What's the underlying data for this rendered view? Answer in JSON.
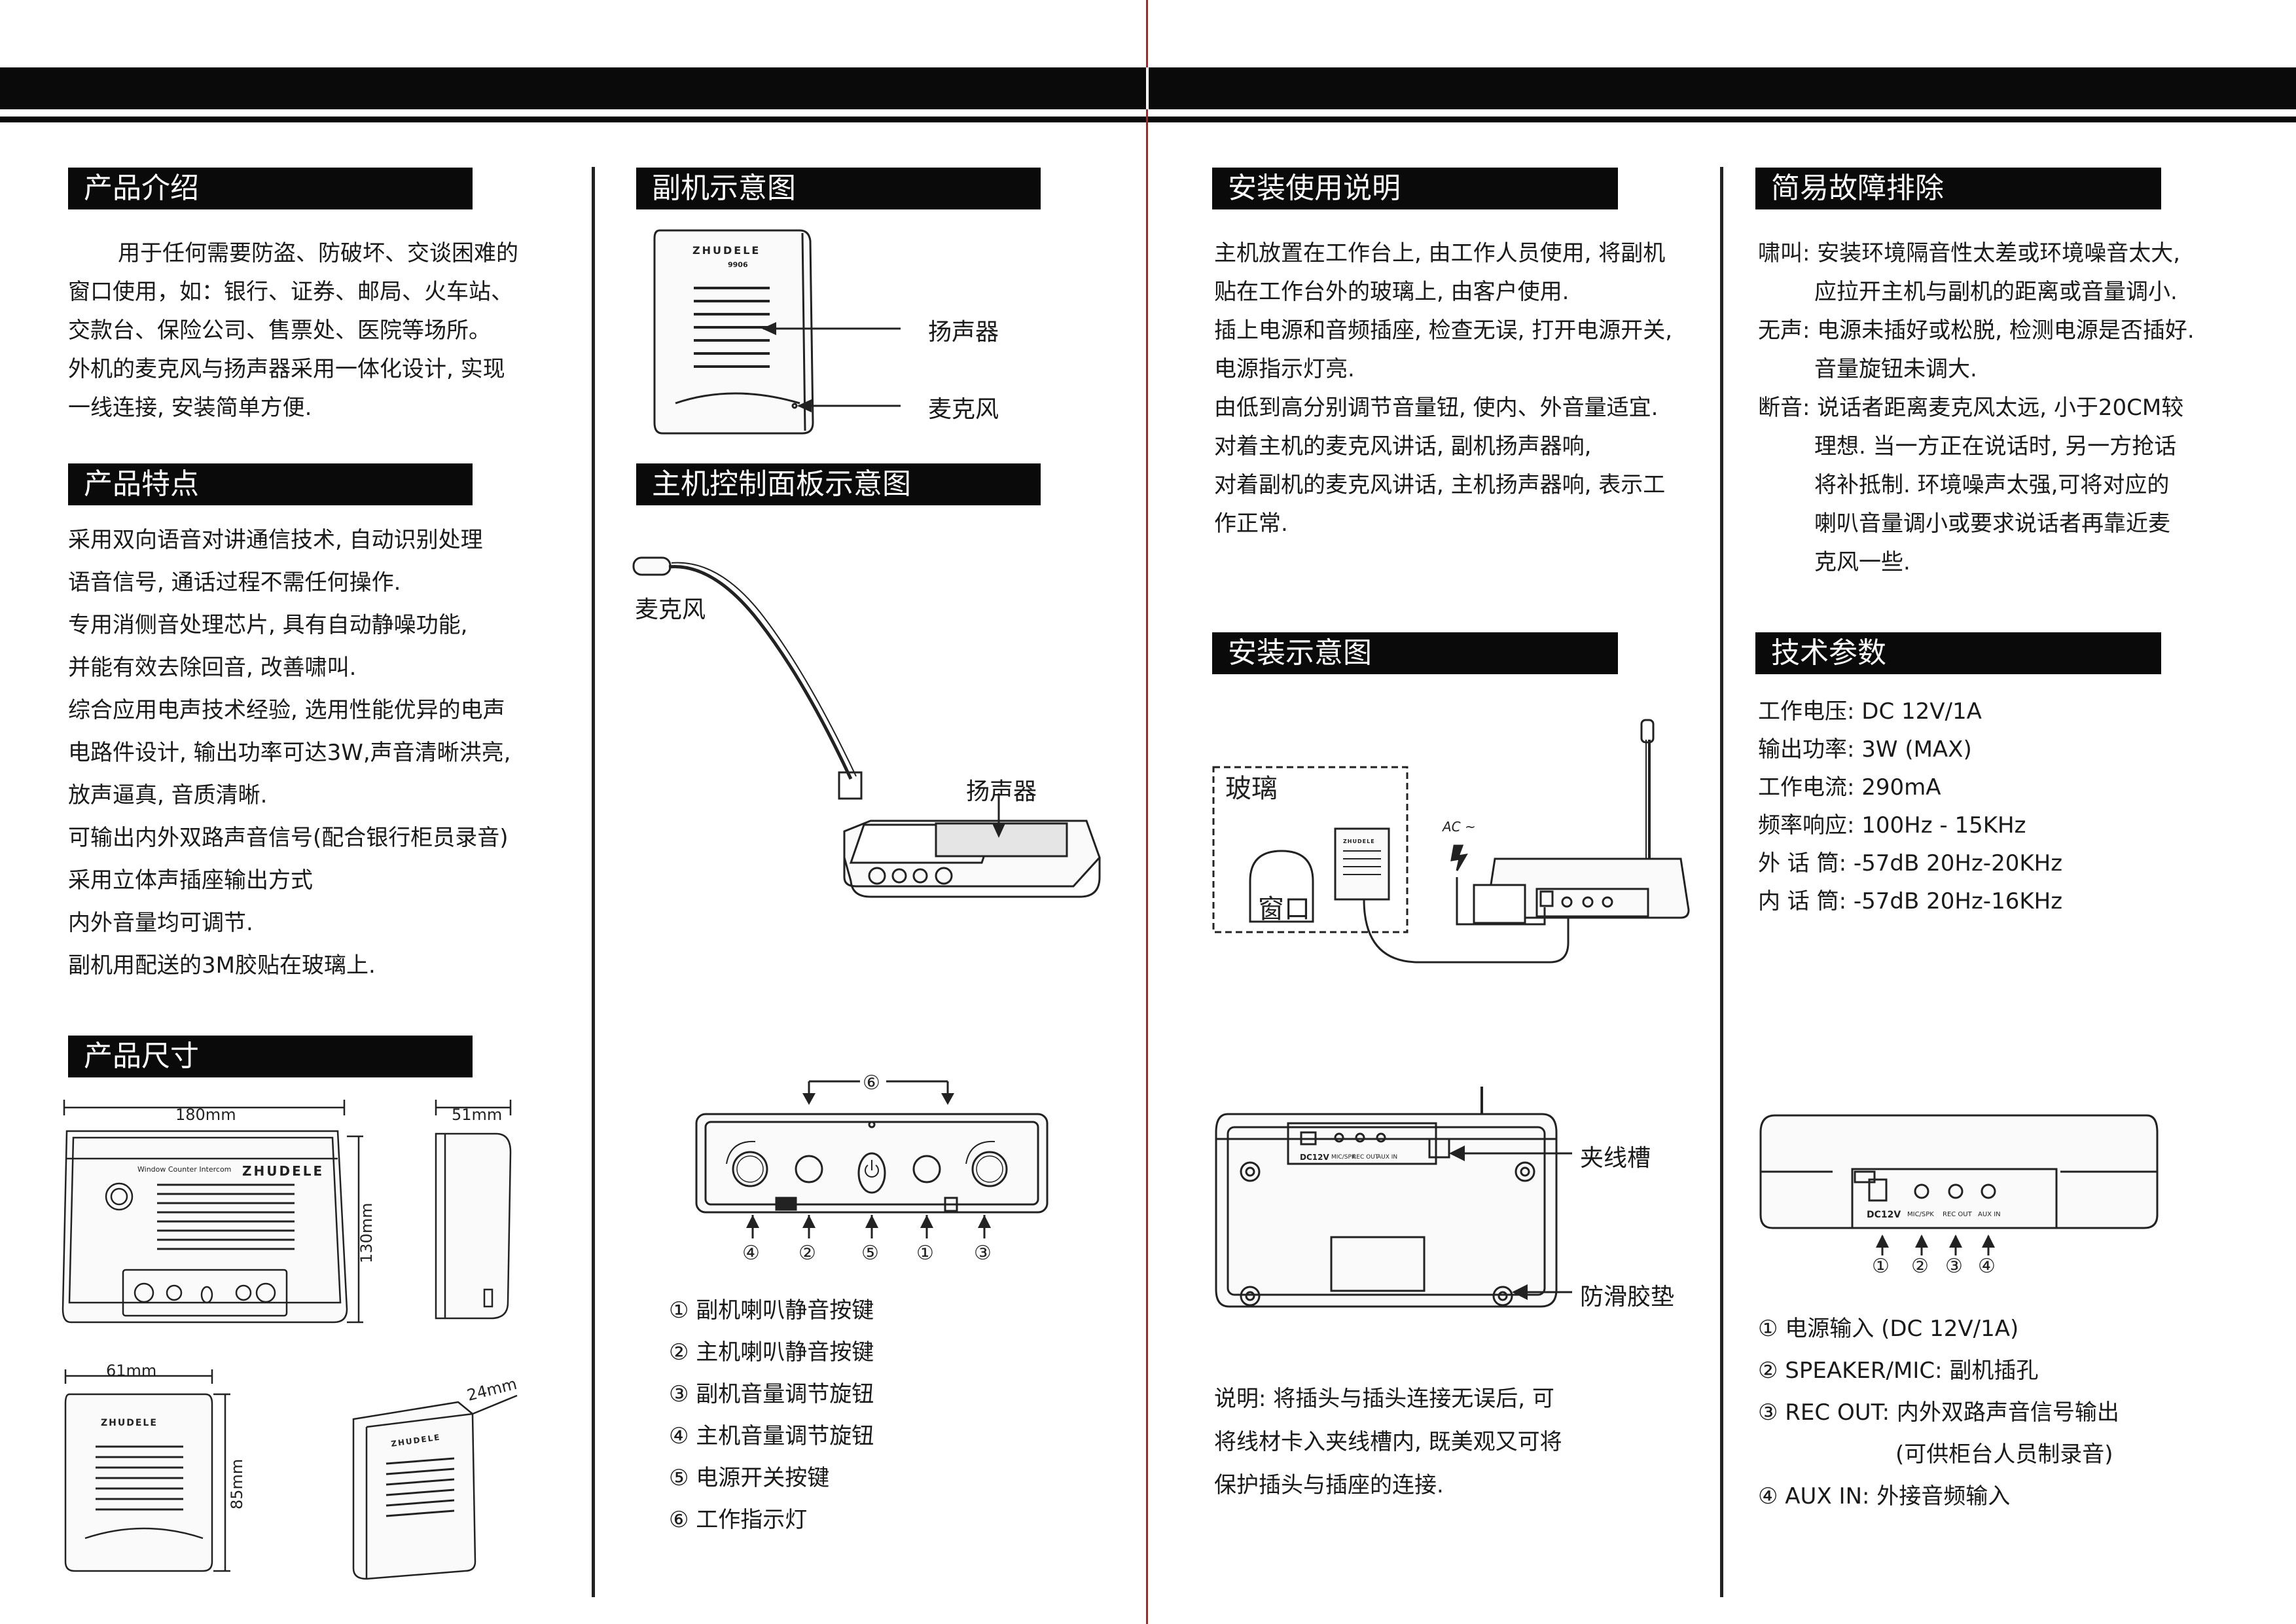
{
  "intro": {
    "title": "产品介绍",
    "lines": [
      "用于任何需要防盗、防破坏、交谈困难的",
      "窗口使用，如：银行、证券、邮局、火车站、",
      "交款台、保险公司、售票处、医院等场所。",
      "外机的麦克风与扬声器采用一体化设计, 实现",
      "一线连接, 安装简单方便."
    ]
  },
  "features": {
    "title": "产品特点",
    "lines": [
      "采用双向语音对讲通信技术, 自动识别处理",
      "语音信号, 通话过程不需任何操作.",
      "专用消侧音处理芯片, 具有自动静噪功能,",
      "并能有效去除回音, 改善啸叫.",
      "综合应用电声技术经验, 选用性能优异的电声",
      "电路件设计, 输出功率可达3W,声音清晰洪亮,",
      "放声逼真, 音质清晰.",
      "可输出内外双路声音信号(配合银行柜员录音)",
      "采用立体声插座输出方式",
      "内外音量均可调节.",
      "副机用配送的3M胶贴在玻璃上."
    ]
  },
  "size": {
    "title": "产品尺寸",
    "w180": "180mm",
    "h130": "130mm",
    "d51": "51mm",
    "w61": "61mm",
    "h85": "85mm",
    "d24": "24mm",
    "brand": "ZHUDELE",
    "model": "9906",
    "device_name": "Window Counter Intercom"
  },
  "sub_diagram": {
    "title": "副机示意图",
    "speaker": "扬声器",
    "mic": "麦克风"
  },
  "main_panel": {
    "title": "主机控制面板示意图",
    "mic": "麦克风",
    "speaker": "扬声器",
    "n1": "①",
    "n2": "②",
    "n3": "③",
    "n4": "④",
    "n5": "⑤",
    "n6": "⑥",
    "legend": [
      {
        "num": "①",
        "text": "副机喇叭静音按键"
      },
      {
        "num": "②",
        "text": "主机喇叭静音按键"
      },
      {
        "num": "③",
        "text": "副机音量调节旋钮"
      },
      {
        "num": "④",
        "text": "主机音量调节旋钮"
      },
      {
        "num": "⑤",
        "text": "电源开关按键"
      },
      {
        "num": "⑥",
        "text": "工作指示灯"
      }
    ]
  },
  "usage": {
    "title": "安装使用说明",
    "lines": [
      "主机放置在工作台上, 由工作人员使用, 将副机",
      "贴在工作台外的玻璃上, 由客户使用.",
      "插上电源和音频插座, 检查无误, 打开电源开关,",
      "电源指示灯亮.",
      "由低到高分别调节音量钮, 使内、外音量适宜.",
      "对着主机的麦克风讲话, 副机扬声器响,",
      "对着副机的麦克风讲话, 主机扬声器响, 表示工",
      "作正常."
    ]
  },
  "install": {
    "title": "安装示意图",
    "glass": "玻璃",
    "window": "窗口",
    "ac": "AC ~",
    "clip": "夹线槽",
    "pad": "防滑胶垫",
    "port_dc": "DC12V",
    "port_mic": "MIC/SPK",
    "port_rec": "REC OUT",
    "port_aux": "AUX IN",
    "note": [
      "说明: 将插头与插头连接无误后, 可",
      "将线材卡入夹线槽内, 既美观又可将",
      "保护插头与插座的连接."
    ]
  },
  "trouble": {
    "title": "简易故障排除",
    "items": [
      {
        "head": "啸叫: 安装环境隔音性太差或环境噪音太大,",
        "cont": [
          "应拉开主机与副机的距离或音量调小."
        ]
      },
      {
        "head": "无声: 电源未插好或松脱, 检测电源是否插好.",
        "cont": [
          "音量旋钮未调大."
        ]
      },
      {
        "head": "断音: 说话者距离麦克风太远, 小于20CM较",
        "cont": [
          "理想.  当一方正在说话时, 另一方抢话",
          "将补抵制.  环境噪声太强,可将对应的",
          "喇叭音量调小或要求说话者再靠近麦",
          "克风一些."
        ]
      }
    ]
  },
  "specs": {
    "title": "技术参数",
    "lines": [
      "工作电压: DC 12V/1A",
      "输出功率: 3W (MAX)",
      "工作电流: 290mA",
      "频率响应: 100Hz - 15KHz",
      "外  话  筒: -57dB   20Hz-20KHz",
      "内  话  筒: -57dB   20Hz-16KHz"
    ]
  },
  "ports": {
    "dc": "DC12V",
    "mic": "MIC/SPK",
    "rec": "REC OUT",
    "aux": "AUX IN",
    "n1": "①",
    "n2": "②",
    "n3": "③",
    "n4": "④",
    "legend": [
      {
        "num": "①",
        "text": "电源输入 (DC 12V/1A)"
      },
      {
        "num": "②",
        "text": "SPEAKER/MIC: 副机插孔"
      },
      {
        "num": "③",
        "text": "REC OUT: 内外双路声音信号输出"
      },
      {
        "num": "",
        "text": "(可供柜台人员制录音)"
      },
      {
        "num": "④",
        "text": "AUX IN: 外接音频输入"
      }
    ]
  }
}
